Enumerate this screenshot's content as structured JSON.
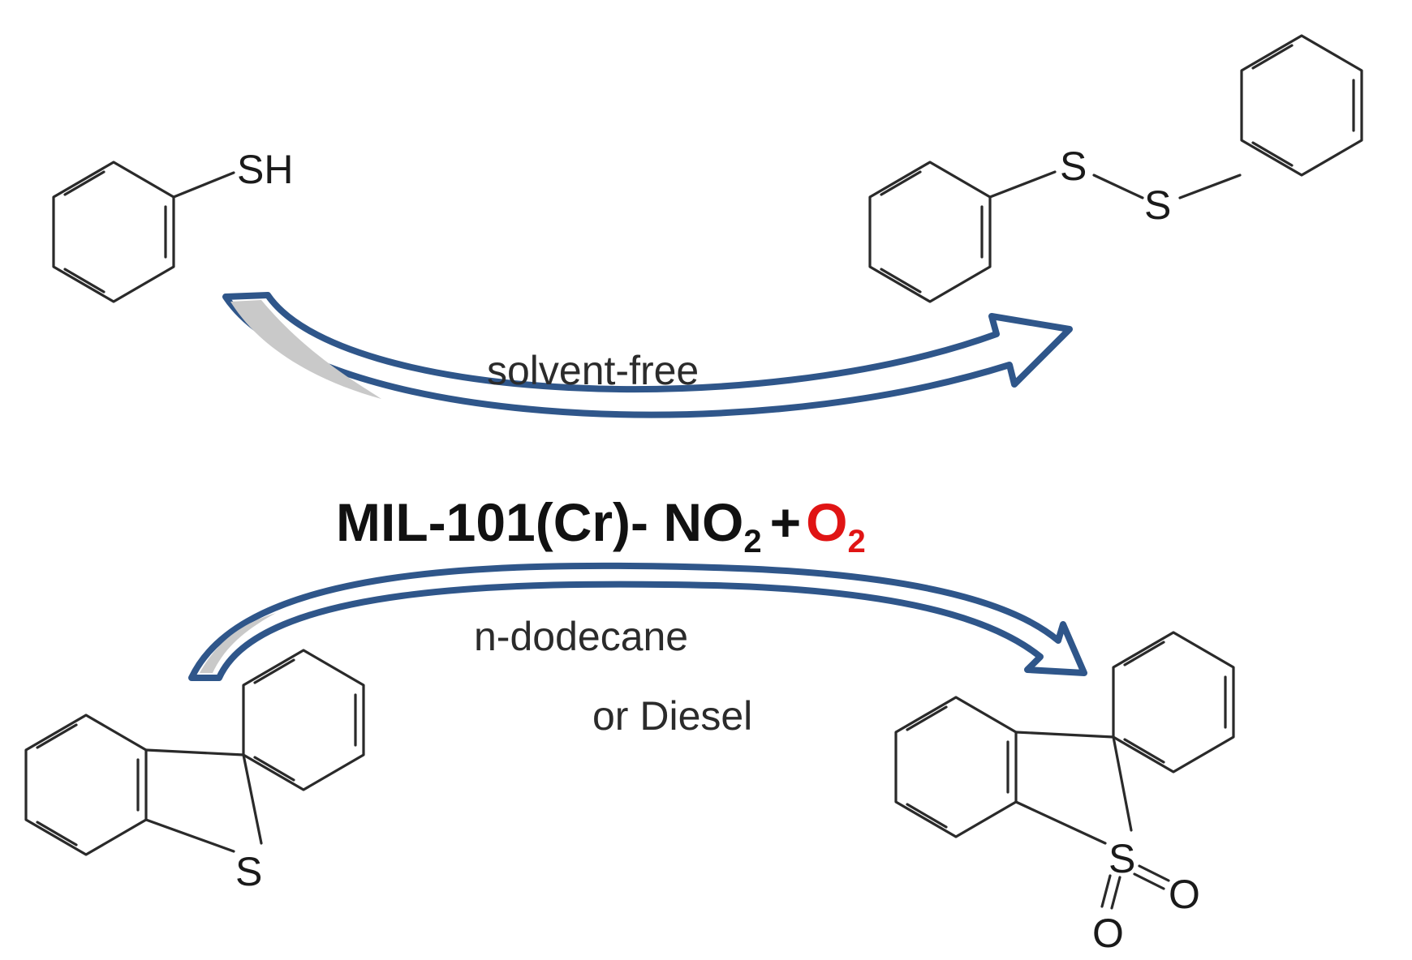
{
  "labels": {
    "thiol_sh": "SH",
    "disulfide_s1": "S",
    "disulfide_s2": "S",
    "dbt_s": "S",
    "sulfone_s": "S",
    "sulfone_o1": "O",
    "sulfone_o2": "O",
    "top_condition": "solvent-free",
    "bottom_condition_line1": "n-dodecane",
    "bottom_condition_line2": "or Diesel"
  },
  "catalyst": {
    "name": "MIL-101(Cr)- NO",
    "name_subscript": "2",
    "plus": "+",
    "oxidant": "O",
    "oxidant_subscript": "2"
  },
  "colors": {
    "arrow_stroke": "#2f568a",
    "arrow_fill": "#ffffff",
    "arrow_fill_accent": "#c9c9c9",
    "oxidant": "#e01414",
    "bond": "#2a2a2a"
  }
}
